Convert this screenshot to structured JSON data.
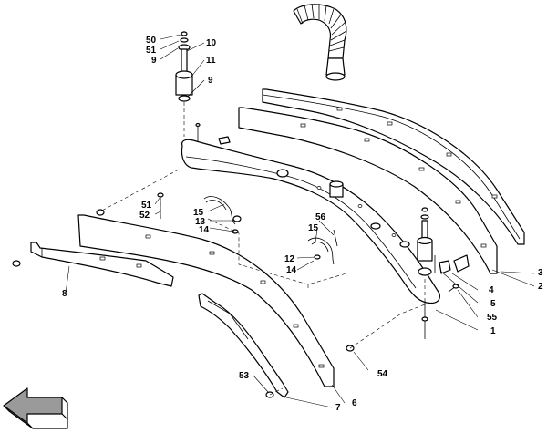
{
  "callouts": {
    "c1": "1",
    "c2": "2",
    "c3": "3",
    "c4": "4",
    "c5": "5",
    "c6": "6",
    "c7": "7",
    "c8": "8",
    "c9a": "9",
    "c9b": "9",
    "c10": "10",
    "c11": "11",
    "c12": "12",
    "c13": "13",
    "c14a": "14",
    "c14b": "14",
    "c15a": "15",
    "c15b": "15",
    "c50": "50",
    "c51a": "51",
    "c51b": "51",
    "c52": "52",
    "c53": "53",
    "c54": "54",
    "c55": "55",
    "c56": "56"
  },
  "icons": {
    "direction": "direction-arrow-icon"
  }
}
